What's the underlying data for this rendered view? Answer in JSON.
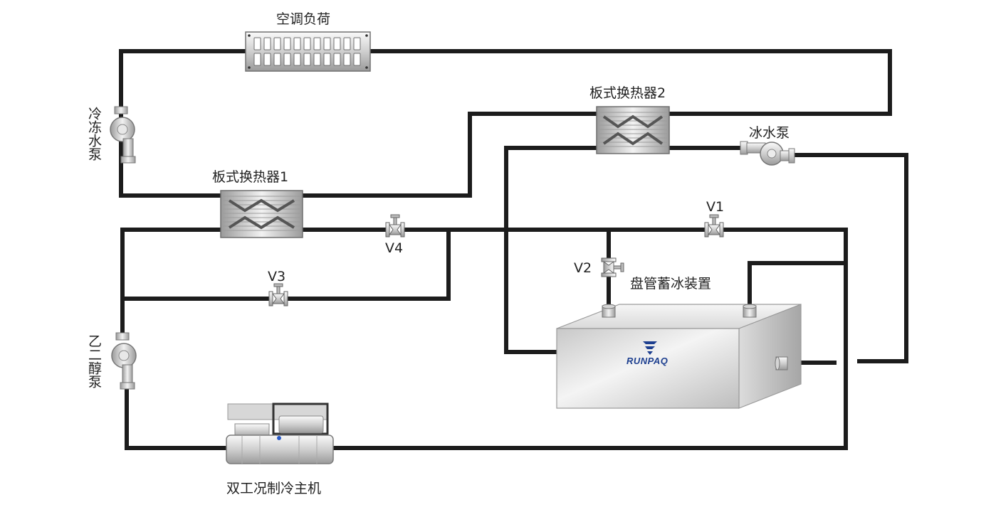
{
  "labels": {
    "ac_load": "空调负荷",
    "phe2": "板式换热器2",
    "ice_pump": "冰水泵",
    "chilled_pump": "冷冻水泵",
    "phe1": "板式换热器1",
    "v1": "V1",
    "v2": "V2",
    "v3": "V3",
    "v4": "V4",
    "coil_storage": "盘管蓄冰装置",
    "glycol_pump": "乙二醇泵",
    "chiller": "双工况制冷主机"
  },
  "logo_text": "RUNPAQ",
  "colors": {
    "pipe": "#1c1c1c",
    "metal_light": "#e6e6e6",
    "metal_dark": "#8a8a8a",
    "logo": "#1d3f8f"
  }
}
